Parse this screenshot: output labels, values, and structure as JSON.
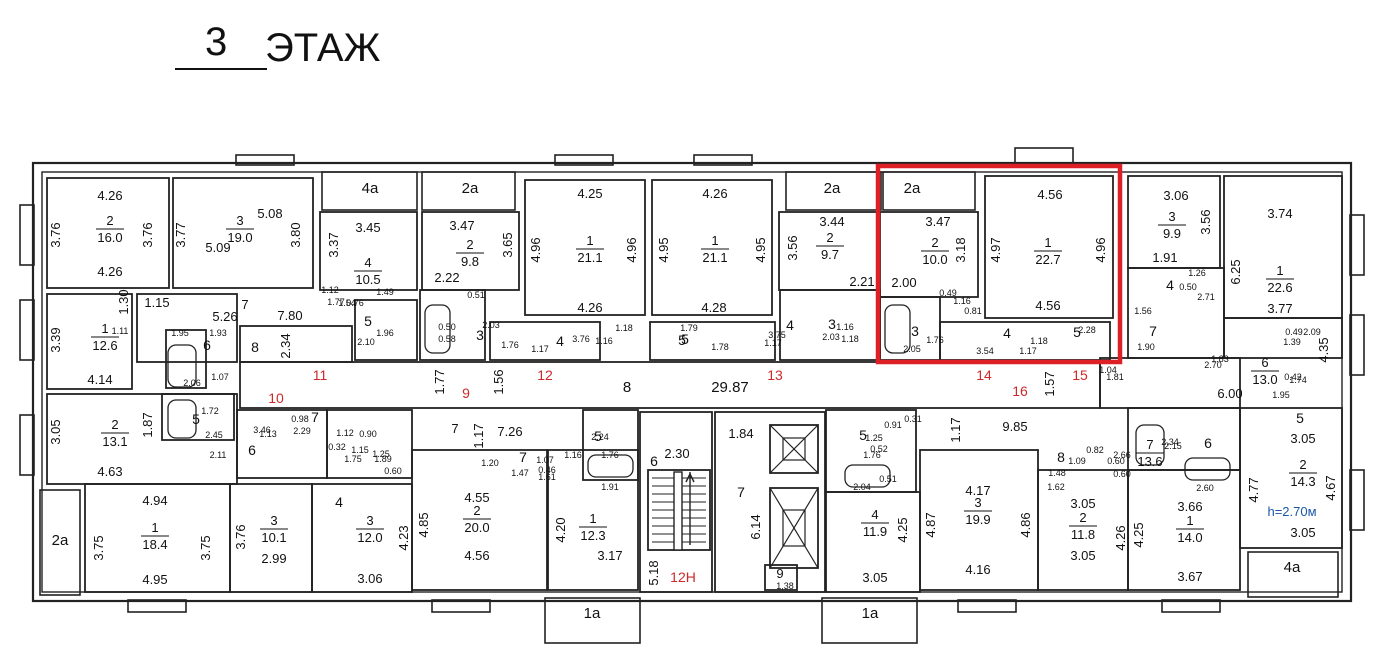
{
  "header": {
    "floor_number": "3",
    "floor_word": "ЭТАЖ"
  },
  "colors": {
    "wall": "#222222",
    "highlight": "#dd1f26",
    "corridor_marks": "#cc2a2a",
    "height_note": "#1a56a8"
  },
  "corridor": {
    "label": "8",
    "area": "29.87",
    "width_a": "1.77",
    "width_b": "1.56",
    "width_c": "1.57",
    "markers": [
      "10",
      "9",
      "11",
      "12",
      "13",
      "14",
      "15",
      "16"
    ]
  },
  "stair": {
    "label": "6",
    "dim_a": "2.30",
    "dim_b": "5.18",
    "code": "12Н"
  },
  "lift": {
    "label": "7",
    "dim_a": "1.84",
    "dim_b": "6.14",
    "small": "9",
    "small_dim": "1.38"
  },
  "balconies": [
    "4а",
    "2а",
    "2а",
    "2а",
    "1а",
    "1а",
    "4а",
    "2а"
  ],
  "height_note": "h=2.70м",
  "rooms": [
    {
      "num": "2",
      "area": "16.0",
      "dims": [
        "4.26",
        "3.76",
        "3.76",
        "4.26"
      ]
    },
    {
      "num": "3",
      "area": "19.0",
      "dims": [
        "5.08",
        "3.77",
        "3.80",
        "5.09"
      ]
    },
    {
      "num": "4",
      "area": "10.5",
      "dims": [
        "3.45",
        "3.37"
      ]
    },
    {
      "num": "2",
      "area": "9.8",
      "dims": [
        "3.47",
        "3.65",
        "2.22"
      ]
    },
    {
      "num": "1",
      "area": "21.1",
      "dims": [
        "4.25",
        "4.96",
        "4.96",
        "4.26"
      ]
    },
    {
      "num": "1",
      "area": "21.1",
      "dims": [
        "4.26",
        "4.95",
        "4.95",
        "4.28"
      ]
    },
    {
      "num": "2",
      "area": "9.7",
      "dims": [
        "3.44",
        "3.56",
        "2.21"
      ]
    },
    {
      "num": "2",
      "area": "10.0",
      "dims": [
        "3.47",
        "3.18",
        "2.00"
      ]
    },
    {
      "num": "1",
      "area": "22.7",
      "dims": [
        "4.56",
        "4.97",
        "4.96",
        "4.56"
      ]
    },
    {
      "num": "3",
      "area": "9.9",
      "dims": [
        "3.06",
        "3.56",
        "1.91"
      ]
    },
    {
      "num": "1",
      "area": "22.6",
      "dims": [
        "3.74",
        "6.25",
        "3.77"
      ]
    },
    {
      "num": "1",
      "area": "12.6",
      "dims": [
        "3.39",
        "4.14",
        "1.30"
      ]
    },
    {
      "num": "7",
      "area": "",
      "dims": [
        "5.26",
        "7.80",
        "2.34",
        "1.15"
      ]
    },
    {
      "num": "2",
      "area": "13.1",
      "dims": [
        "3.05",
        "4.63",
        "1.87"
      ]
    },
    {
      "num": "1",
      "area": "18.4",
      "dims": [
        "4.94",
        "3.75",
        "3.75",
        "4.95"
      ]
    },
    {
      "num": "3",
      "area": "10.1",
      "dims": [
        "3.76",
        "2.99"
      ]
    },
    {
      "num": "3",
      "area": "12.0",
      "dims": [
        "4.23",
        "3.06"
      ]
    },
    {
      "num": "2",
      "area": "20.0",
      "dims": [
        "4.55",
        "4.85",
        "4.56"
      ]
    },
    {
      "num": "1",
      "area": "12.3",
      "dims": [
        "4.20",
        "3.17"
      ]
    },
    {
      "num": "4",
      "area": "11.9",
      "dims": [
        "4.25",
        "3.05"
      ]
    },
    {
      "num": "3",
      "area": "19.9",
      "dims": [
        "4.17",
        "4.87",
        "4.86",
        "4.16"
      ]
    },
    {
      "num": "2",
      "area": "11.8",
      "dims": [
        "3.05",
        "4.26",
        "3.05"
      ]
    },
    {
      "num": "1",
      "area": "14.0",
      "dims": [
        "3.66",
        "4.25",
        "3.67"
      ]
    },
    {
      "num": "2",
      "area": "14.3",
      "dims": [
        "3.05",
        "4.77",
        "4.67",
        "3.05"
      ]
    },
    {
      "num": "6",
      "area": "13.0",
      "dims": [
        "6.00",
        "4.35"
      ]
    },
    {
      "num": "7",
      "area": "13.6",
      "dims": [
        "9.85",
        "1.17"
      ]
    },
    {
      "num": "7",
      "area": "",
      "dims": [
        "7.26",
        "1.17"
      ]
    }
  ],
  "small_labels": {
    "a": [
      "5",
      "1.96",
      "8",
      "1.93",
      "6",
      "1.95",
      "1.11",
      "5",
      "1.72",
      "2.45",
      "2.06",
      "1.07",
      "2.11",
      "6",
      "3.46",
      "1.13",
      "2.29",
      "7",
      "0.98",
      "1.12",
      "0.90",
      "0.32",
      "1.75",
      "1.25",
      "1.89",
      "1.15",
      "0.60",
      "4",
      "0.50",
      "0.58",
      "3",
      "2.03",
      "1.76",
      "1.17",
      "4",
      "3.76",
      "1.16",
      "1.18",
      "5",
      "1.79",
      "5",
      "1.78",
      "1.17",
      "3.75",
      "4",
      "1.16",
      "1.18",
      "3",
      "2.03",
      "1.77",
      "1.12",
      "0.76",
      "1.49",
      "2.10",
      "1.54",
      "0.51",
      "1.23"
    ],
    "b": [
      "3",
      "2.05",
      "1.76",
      "3.54",
      "4",
      "1.17",
      "1.18",
      "5",
      "2.28",
      "0.81",
      "1.16",
      "0.49",
      "7",
      "1.90",
      "1.56",
      "4",
      "1.26",
      "0.50",
      "2.71",
      "2.70",
      "1.83",
      "1.81",
      "1.04",
      "0.42",
      "1.95",
      "1.74",
      "5",
      "2.09",
      "1.39",
      "0.49",
      "5",
      "1.76",
      "2.24",
      "1.16",
      "1.61",
      "1.20",
      "1.47",
      "7",
      "0.46",
      "1.07",
      "1.91",
      "5",
      "1.25",
      "0.91",
      "0.31",
      "1.76",
      "0.52",
      "2.04",
      "0.51",
      "1.48",
      "8",
      "1.09",
      "0.82",
      "0.60",
      "2.66",
      "1.62",
      "2.15",
      "2.34",
      "6",
      "0.60",
      "2.60"
    ]
  }
}
